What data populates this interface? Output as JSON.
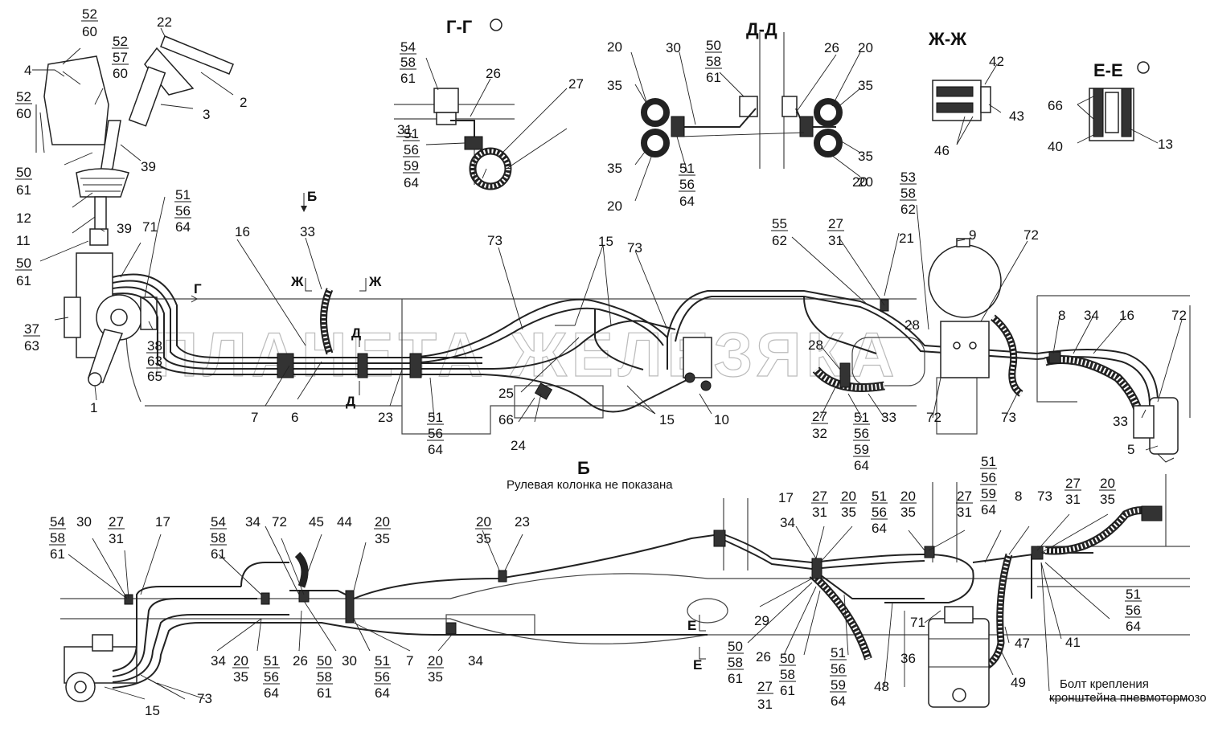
{
  "watermark": "ПЛАНЕТА ЖЕЛЕЗЯКА",
  "sections": {
    "gg": "Г-Г",
    "dd": "Д-Д",
    "zhzh": "Ж-Ж",
    "ee": "Е-Е",
    "b": "Б"
  },
  "view_b_caption": "Рулевая колонка не показана",
  "bolt_caption_1": "Болт крепления",
  "bolt_caption_2": "кронштейна пневмотормозов",
  "cut_marks": {
    "g": "Г",
    "d_top": "Д",
    "d_bottom": "Д",
    "zh_left": "Ж",
    "zh_right": "Ж",
    "e_top": "Е",
    "e_bottom": "Е",
    "b_arrow": "Б"
  },
  "labels": [
    {
      "id": "l1",
      "text": "52"
    },
    {
      "id": "l2",
      "text": "60"
    },
    {
      "id": "l3",
      "text": "4"
    },
    {
      "id": "l4",
      "text": "52"
    },
    {
      "id": "l5",
      "text": "57"
    },
    {
      "id": "l6",
      "text": "60"
    },
    {
      "id": "l7",
      "text": "22"
    },
    {
      "id": "l8",
      "text": "2"
    },
    {
      "id": "l9",
      "text": "3"
    },
    {
      "id": "l10",
      "text": "52"
    },
    {
      "id": "l11",
      "text": "60"
    },
    {
      "id": "l12",
      "text": "39"
    },
    {
      "id": "l13",
      "text": "50"
    },
    {
      "id": "l14",
      "text": "61"
    },
    {
      "id": "l15",
      "text": "12"
    },
    {
      "id": "l16",
      "text": "11"
    },
    {
      "id": "l17",
      "text": "39"
    },
    {
      "id": "l18",
      "text": "50"
    },
    {
      "id": "l19",
      "text": "61"
    },
    {
      "id": "l20",
      "text": "71"
    },
    {
      "id": "l21",
      "text": "51"
    },
    {
      "id": "l22",
      "text": "56"
    },
    {
      "id": "l23",
      "text": "64"
    },
    {
      "id": "l24",
      "text": "37"
    },
    {
      "id": "l25",
      "text": "63"
    },
    {
      "id": "l26",
      "text": "38"
    },
    {
      "id": "l27",
      "text": "63"
    },
    {
      "id": "l28",
      "text": "65"
    },
    {
      "id": "l29",
      "text": "1"
    },
    {
      "id": "l30",
      "text": "16"
    },
    {
      "id": "l31",
      "text": "33"
    },
    {
      "id": "l32",
      "text": "7"
    },
    {
      "id": "l33",
      "text": "6"
    },
    {
      "id": "l34",
      "text": "73"
    },
    {
      "id": "l35",
      "text": "15"
    },
    {
      "id": "l36",
      "text": "73"
    },
    {
      "id": "l37",
      "text": "23"
    },
    {
      "id": "l38",
      "text": "51"
    },
    {
      "id": "l39",
      "text": "56"
    },
    {
      "id": "l40",
      "text": "64"
    },
    {
      "id": "l41",
      "text": "25"
    },
    {
      "id": "l42",
      "text": "66"
    },
    {
      "id": "l43",
      "text": "24"
    },
    {
      "id": "l44",
      "text": "15"
    },
    {
      "id": "l45",
      "text": "10"
    },
    {
      "id": "l46",
      "text": "55"
    },
    {
      "id": "l47",
      "text": "62"
    },
    {
      "id": "l48",
      "text": "27"
    },
    {
      "id": "l49",
      "text": "31"
    },
    {
      "id": "l50",
      "text": "21"
    },
    {
      "id": "l51",
      "text": "53"
    },
    {
      "id": "l52",
      "text": "58"
    },
    {
      "id": "l53",
      "text": "62"
    },
    {
      "id": "l54",
      "text": "9"
    },
    {
      "id": "l55",
      "text": "72"
    },
    {
      "id": "l56",
      "text": "28"
    },
    {
      "id": "l57",
      "text": "28"
    },
    {
      "id": "l58",
      "text": "27"
    },
    {
      "id": "l59",
      "text": "32"
    },
    {
      "id": "l60",
      "text": "51"
    },
    {
      "id": "l61",
      "text": "56"
    },
    {
      "id": "l62",
      "text": "59"
    },
    {
      "id": "l63",
      "text": "64"
    },
    {
      "id": "l64",
      "text": "33"
    },
    {
      "id": "l65",
      "text": "72"
    },
    {
      "id": "l66",
      "text": "73"
    },
    {
      "id": "l67",
      "text": "8"
    },
    {
      "id": "l68",
      "text": "34"
    },
    {
      "id": "l69",
      "text": "16"
    },
    {
      "id": "l70",
      "text": "72"
    },
    {
      "id": "l71",
      "text": "33"
    },
    {
      "id": "l72",
      "text": "5"
    },
    {
      "id": "l73",
      "text": "54"
    },
    {
      "id": "l74",
      "text": "58"
    },
    {
      "id": "l75",
      "text": "61"
    },
    {
      "id": "l76",
      "text": "26"
    },
    {
      "id": "l77",
      "text": "31"
    },
    {
      "id": "l78",
      "text": "27"
    },
    {
      "id": "l79",
      "text": "51"
    },
    {
      "id": "l80",
      "text": "56"
    },
    {
      "id": "l81",
      "text": "59"
    },
    {
      "id": "l82",
      "text": "64"
    },
    {
      "id": "l83",
      "text": "20"
    },
    {
      "id": "l84",
      "text": "30"
    },
    {
      "id": "l85",
      "text": "50"
    },
    {
      "id": "l86",
      "text": "58"
    },
    {
      "id": "l87",
      "text": "61"
    },
    {
      "id": "l88",
      "text": "26"
    },
    {
      "id": "l89",
      "text": "20"
    },
    {
      "id": "l90",
      "text": "35"
    },
    {
      "id": "l91",
      "text": "35"
    },
    {
      "id": "l92",
      "text": "35"
    },
    {
      "id": "l93",
      "text": "35"
    },
    {
      "id": "l94",
      "text": "20"
    },
    {
      "id": "l95",
      "text": "20"
    },
    {
      "id": "l96",
      "text": "51"
    },
    {
      "id": "l97",
      "text": "56"
    },
    {
      "id": "l98",
      "text": "64"
    },
    {
      "id": "l99",
      "text": "20"
    },
    {
      "id": "l100",
      "text": "42"
    },
    {
      "id": "l101",
      "text": "43"
    },
    {
      "id": "l102",
      "text": "46"
    },
    {
      "id": "l103",
      "text": "66"
    },
    {
      "id": "l104",
      "text": "40"
    },
    {
      "id": "l105",
      "text": "13"
    },
    {
      "id": "l106",
      "text": "54"
    },
    {
      "id": "l107",
      "text": "58"
    },
    {
      "id": "l108",
      "text": "61"
    },
    {
      "id": "l109",
      "text": "30"
    },
    {
      "id": "l110",
      "text": "27"
    },
    {
      "id": "l111",
      "text": "31"
    },
    {
      "id": "l112",
      "text": "17"
    },
    {
      "id": "l113",
      "text": "54"
    },
    {
      "id": "l114",
      "text": "58"
    },
    {
      "id": "l115",
      "text": "61"
    },
    {
      "id": "l116",
      "text": "34"
    },
    {
      "id": "l117",
      "text": "72"
    },
    {
      "id": "l118",
      "text": "45"
    },
    {
      "id": "l119",
      "text": "44"
    },
    {
      "id": "l120",
      "text": "20"
    },
    {
      "id": "l121",
      "text": "35"
    },
    {
      "id": "l122",
      "text": "20"
    },
    {
      "id": "l123",
      "text": "35"
    },
    {
      "id": "l124",
      "text": "23"
    },
    {
      "id": "l125",
      "text": "34"
    },
    {
      "id": "l126",
      "text": "20"
    },
    {
      "id": "l127",
      "text": "35"
    },
    {
      "id": "l128",
      "text": "51"
    },
    {
      "id": "l129",
      "text": "56"
    },
    {
      "id": "l130",
      "text": "64"
    },
    {
      "id": "l131",
      "text": "26"
    },
    {
      "id": "l132",
      "text": "50"
    },
    {
      "id": "l133",
      "text": "58"
    },
    {
      "id": "l134",
      "text": "61"
    },
    {
      "id": "l135",
      "text": "30"
    },
    {
      "id": "l136",
      "text": "51"
    },
    {
      "id": "l137",
      "text": "56"
    },
    {
      "id": "l138",
      "text": "64"
    },
    {
      "id": "l139",
      "text": "7"
    },
    {
      "id": "l140",
      "text": "20"
    },
    {
      "id": "l141",
      "text": "35"
    },
    {
      "id": "l142",
      "text": "34"
    },
    {
      "id": "l143",
      "text": "15"
    },
    {
      "id": "l144",
      "text": "73"
    },
    {
      "id": "l145",
      "text": "17"
    },
    {
      "id": "l146",
      "text": "34"
    },
    {
      "id": "l147",
      "text": "27"
    },
    {
      "id": "l148",
      "text": "31"
    },
    {
      "id": "l149",
      "text": "20"
    },
    {
      "id": "l150",
      "text": "35"
    },
    {
      "id": "l151",
      "text": "51"
    },
    {
      "id": "l152",
      "text": "56"
    },
    {
      "id": "l153",
      "text": "64"
    },
    {
      "id": "l154",
      "text": "20"
    },
    {
      "id": "l155",
      "text": "35"
    },
    {
      "id": "l156",
      "text": "27"
    },
    {
      "id": "l157",
      "text": "31"
    },
    {
      "id": "l158",
      "text": "51"
    },
    {
      "id": "l159",
      "text": "56"
    },
    {
      "id": "l160",
      "text": "59"
    },
    {
      "id": "l161",
      "text": "64"
    },
    {
      "id": "l162",
      "text": "8"
    },
    {
      "id": "l163",
      "text": "73"
    },
    {
      "id": "l164",
      "text": "27"
    },
    {
      "id": "l165",
      "text": "31"
    },
    {
      "id": "l166",
      "text": "20"
    },
    {
      "id": "l167",
      "text": "35"
    },
    {
      "id": "l168",
      "text": "29"
    },
    {
      "id": "l169",
      "text": "50"
    },
    {
      "id": "l170",
      "text": "58"
    },
    {
      "id": "l171",
      "text": "61"
    },
    {
      "id": "l172",
      "text": "26"
    },
    {
      "id": "l173",
      "text": "50"
    },
    {
      "id": "l174",
      "text": "58"
    },
    {
      "id": "l175",
      "text": "61"
    },
    {
      "id": "l176",
      "text": "27"
    },
    {
      "id": "l177",
      "text": "31"
    },
    {
      "id": "l178",
      "text": "51"
    },
    {
      "id": "l179",
      "text": "56"
    },
    {
      "id": "l180",
      "text": "59"
    },
    {
      "id": "l181",
      "text": "64"
    },
    {
      "id": "l182",
      "text": "48"
    },
    {
      "id": "l183",
      "text": "36"
    },
    {
      "id": "l184",
      "text": "71"
    },
    {
      "id": "l185",
      "text": "49"
    },
    {
      "id": "l186",
      "text": "47"
    },
    {
      "id": "l187",
      "text": "41"
    },
    {
      "id": "l188",
      "text": "51"
    },
    {
      "id": "l189",
      "text": "56"
    },
    {
      "id": "l190",
      "text": "64"
    }
  ]
}
